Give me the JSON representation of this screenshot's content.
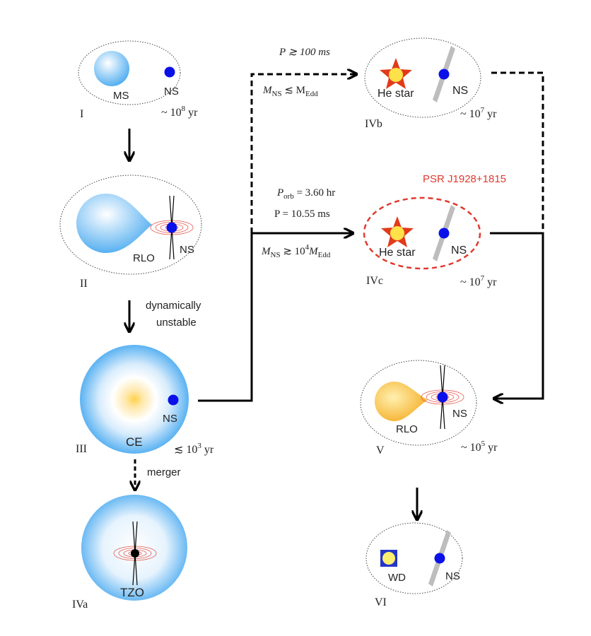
{
  "colors": {
    "ns_blue": "#0a10e8",
    "psr_red": "#e03a30",
    "he_star_fill": "#ffe14a",
    "he_star_edge": "#e23a1a",
    "ms_blue": "#4aaaf0",
    "donor_orange": "#f7b733"
  },
  "stages": {
    "I": {
      "label": "I",
      "ms": "MS",
      "ns": "NS",
      "time_prefix": "~ 10",
      "time_exp": "8",
      "time_unit": " yr"
    },
    "II": {
      "label": "II",
      "rlo": "RLO",
      "ns": "NS"
    },
    "II_to_III": {
      "line1": "dynamically",
      "line2": "unstable"
    },
    "III": {
      "label": "III",
      "ns": "NS",
      "ce": "CE",
      "time_prefix": "≲ 10",
      "time_exp": "3",
      "time_unit": " yr"
    },
    "III_to_IVa": {
      "text": "merger"
    },
    "IVa": {
      "label": "IVa",
      "tzo": "TZO"
    },
    "IVb": {
      "label": "IVb",
      "he": "He star",
      "ns": "NS",
      "time_prefix": "~ 10",
      "time_exp": "7",
      "time_unit": " yr",
      "cond1": "P ≳ 100 ms",
      "cond2_a": "M",
      "cond2_b": "NS",
      "cond2_c": " ≲ M",
      "cond2_d": "Edd"
    },
    "IVc": {
      "label": "IVc",
      "he": "He star",
      "ns": "NS",
      "time_prefix": "~ 10",
      "time_exp": "7",
      "time_unit": " yr",
      "psr": "PSR J1928+1815",
      "porb_a": "P",
      "porb_b": "orb",
      "porb_c": " = 3.60 hr",
      "p": "P = 10.55 ms",
      "cond_a": "M",
      "cond_b": "NS",
      "cond_c": " ≳ 10",
      "cond_d": "4",
      "cond_e": "M",
      "cond_f": "Edd"
    },
    "V": {
      "label": "V",
      "rlo": "RLO",
      "ns": "NS",
      "time_prefix": "~ 10",
      "time_exp": "5",
      "time_unit": " yr"
    },
    "VI": {
      "label": "VI",
      "wd": "WD",
      "ns": "NS"
    }
  }
}
